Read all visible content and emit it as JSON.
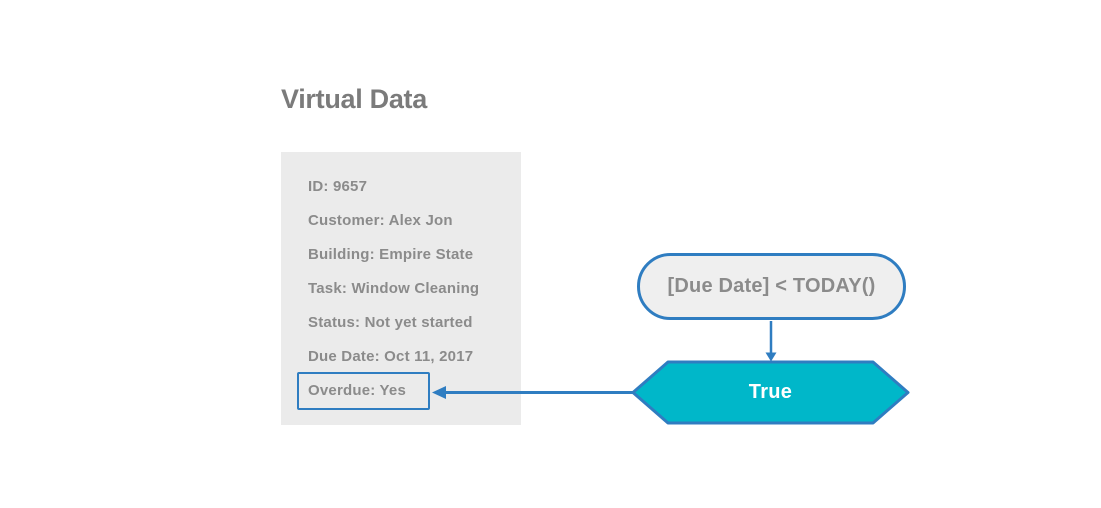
{
  "title": "Virtual Data",
  "card": {
    "fields": [
      "ID: 9657",
      "Customer: Alex Jon",
      "Building: Empire State",
      "Task: Window Cleaning",
      "Status: Not yet started",
      "Due Date: Oct 11, 2017",
      "Overdue: Yes"
    ]
  },
  "flow": {
    "condition_label": "[Due Date] < TODAY()",
    "result_label": "True"
  },
  "colors": {
    "accent_blue": "#2f7dc1",
    "node_cyan": "#00b7c9",
    "card_background": "#ebebeb",
    "pill_fill": "#efefef",
    "field_text_gray": "#8b8b8b",
    "title_gray": "#7b7b7b",
    "result_text_white": "#ffffff"
  }
}
